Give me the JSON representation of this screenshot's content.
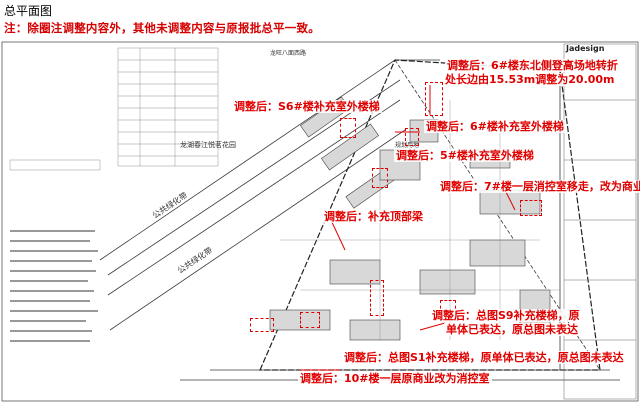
{
  "header": {
    "title": "总平面图",
    "note": "注：除圈注调整内容外，其他未调整内容与原报批总平一致。"
  },
  "plan_labels": {
    "road_north": "龙旺八面西路",
    "park": "龙湖春江悦茗花园",
    "road_east": "规划用地",
    "greenbelt_1": "公共绿化带",
    "greenbelt_2": "公共绿化带",
    "logo": "Jadesign"
  },
  "annotations": [
    {
      "id": "a1",
      "text": "调整后：6#楼东北侧登高场地转折"
    },
    {
      "id": "a2",
      "text": "处长边由15.53m调整为20.00m"
    },
    {
      "id": "a3",
      "text": "调整后：S6#楼补充室外楼梯"
    },
    {
      "id": "a4",
      "text": "调整后：6#楼补充室外楼梯"
    },
    {
      "id": "a5",
      "text": "调整后：5#楼补充室外楼梯"
    },
    {
      "id": "a6",
      "text": "调整后：7#楼一层消控室移走，改为商业"
    },
    {
      "id": "a7",
      "text": "调整后：补充顶部梁"
    },
    {
      "id": "a8",
      "text": "调整后：总图S9补充楼梯，原"
    },
    {
      "id": "a9",
      "text": "单体已表达，原总图未表达"
    },
    {
      "id": "a10",
      "text": "调整后：总图S1补充楼梯，原单体已表达，原总图未表达"
    },
    {
      "id": "a11",
      "text": "调整后：10#楼一层原商业改为消控室"
    }
  ],
  "colors": {
    "annotation": "#e00000",
    "line": "#3a3a3a",
    "block": "#d8d8d8"
  }
}
